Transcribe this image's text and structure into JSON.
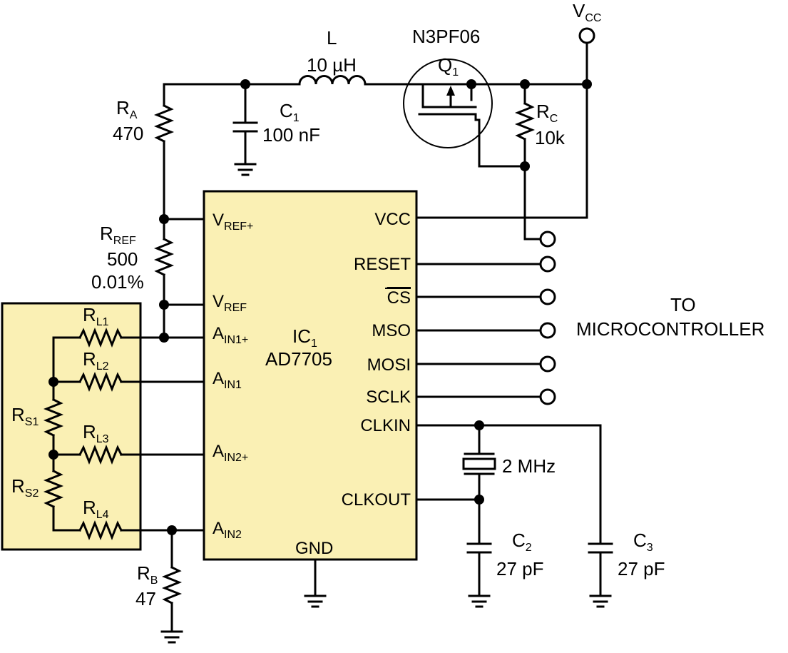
{
  "colors": {
    "highlight_box": "#faf0b4",
    "ic_body": "#faf0b4",
    "ink": "#000000"
  },
  "supply": {
    "main": "V",
    "sub": "CC"
  },
  "inductor": {
    "name": "L",
    "value": "10 µH"
  },
  "transistor": {
    "part": "N3PF06",
    "ref_main": "Q",
    "ref_sub": "1"
  },
  "capacitors": {
    "c1": {
      "ref_main": "C",
      "ref_sub": "1",
      "value": "100 nF"
    },
    "c2": {
      "ref_main": "C",
      "ref_sub": "2",
      "value": "27 pF"
    },
    "c3": {
      "ref_main": "C",
      "ref_sub": "3",
      "value": "27 pF"
    }
  },
  "resistors": {
    "ra": {
      "ref_main": "R",
      "ref_sub": "A",
      "value": "470"
    },
    "rc": {
      "ref_main": "R",
      "ref_sub": "C",
      "value": "10k"
    },
    "rref": {
      "ref_main": "R",
      "ref_sub": "REF",
      "value": "500",
      "tolerance": "0.01%"
    },
    "rb": {
      "ref_main": "R",
      "ref_sub": "B",
      "value": "47"
    },
    "rl1": {
      "ref_main": "R",
      "ref_sub": "L1"
    },
    "rl2": {
      "ref_main": "R",
      "ref_sub": "L2"
    },
    "rl3": {
      "ref_main": "R",
      "ref_sub": "L3"
    },
    "rl4": {
      "ref_main": "R",
      "ref_sub": "L4"
    },
    "rs1": {
      "ref_main": "R",
      "ref_sub": "S1"
    },
    "rs2": {
      "ref_main": "R",
      "ref_sub": "S2"
    }
  },
  "crystal": {
    "value": "2 MHz"
  },
  "ic": {
    "ref_main": "IC",
    "ref_sub": "1",
    "part": "AD7705",
    "left_pins": {
      "vref_plus": {
        "main": "V",
        "sub": "REF+"
      },
      "vref_minus": {
        "main": "V",
        "sub": "REF"
      },
      "ain1_plus": {
        "main": "A",
        "sub": "IN1+"
      },
      "ain1_minus": {
        "main": "A",
        "sub": "IN1"
      },
      "ain2_plus": {
        "main": "A",
        "sub": "IN2+"
      },
      "ain2_minus": {
        "main": "A",
        "sub": "IN2"
      }
    },
    "right_pins": {
      "vcc": "VCC",
      "reset": "RESET",
      "cs": "CS",
      "mso": "MSO",
      "mosi": "MOSI",
      "sclk": "SCLK",
      "clkin": "CLKIN",
      "clkout": "CLKOUT"
    },
    "bottom_pin": "GND"
  },
  "destination": {
    "line1": "TO",
    "line2": "MICROCONTROLLER"
  }
}
